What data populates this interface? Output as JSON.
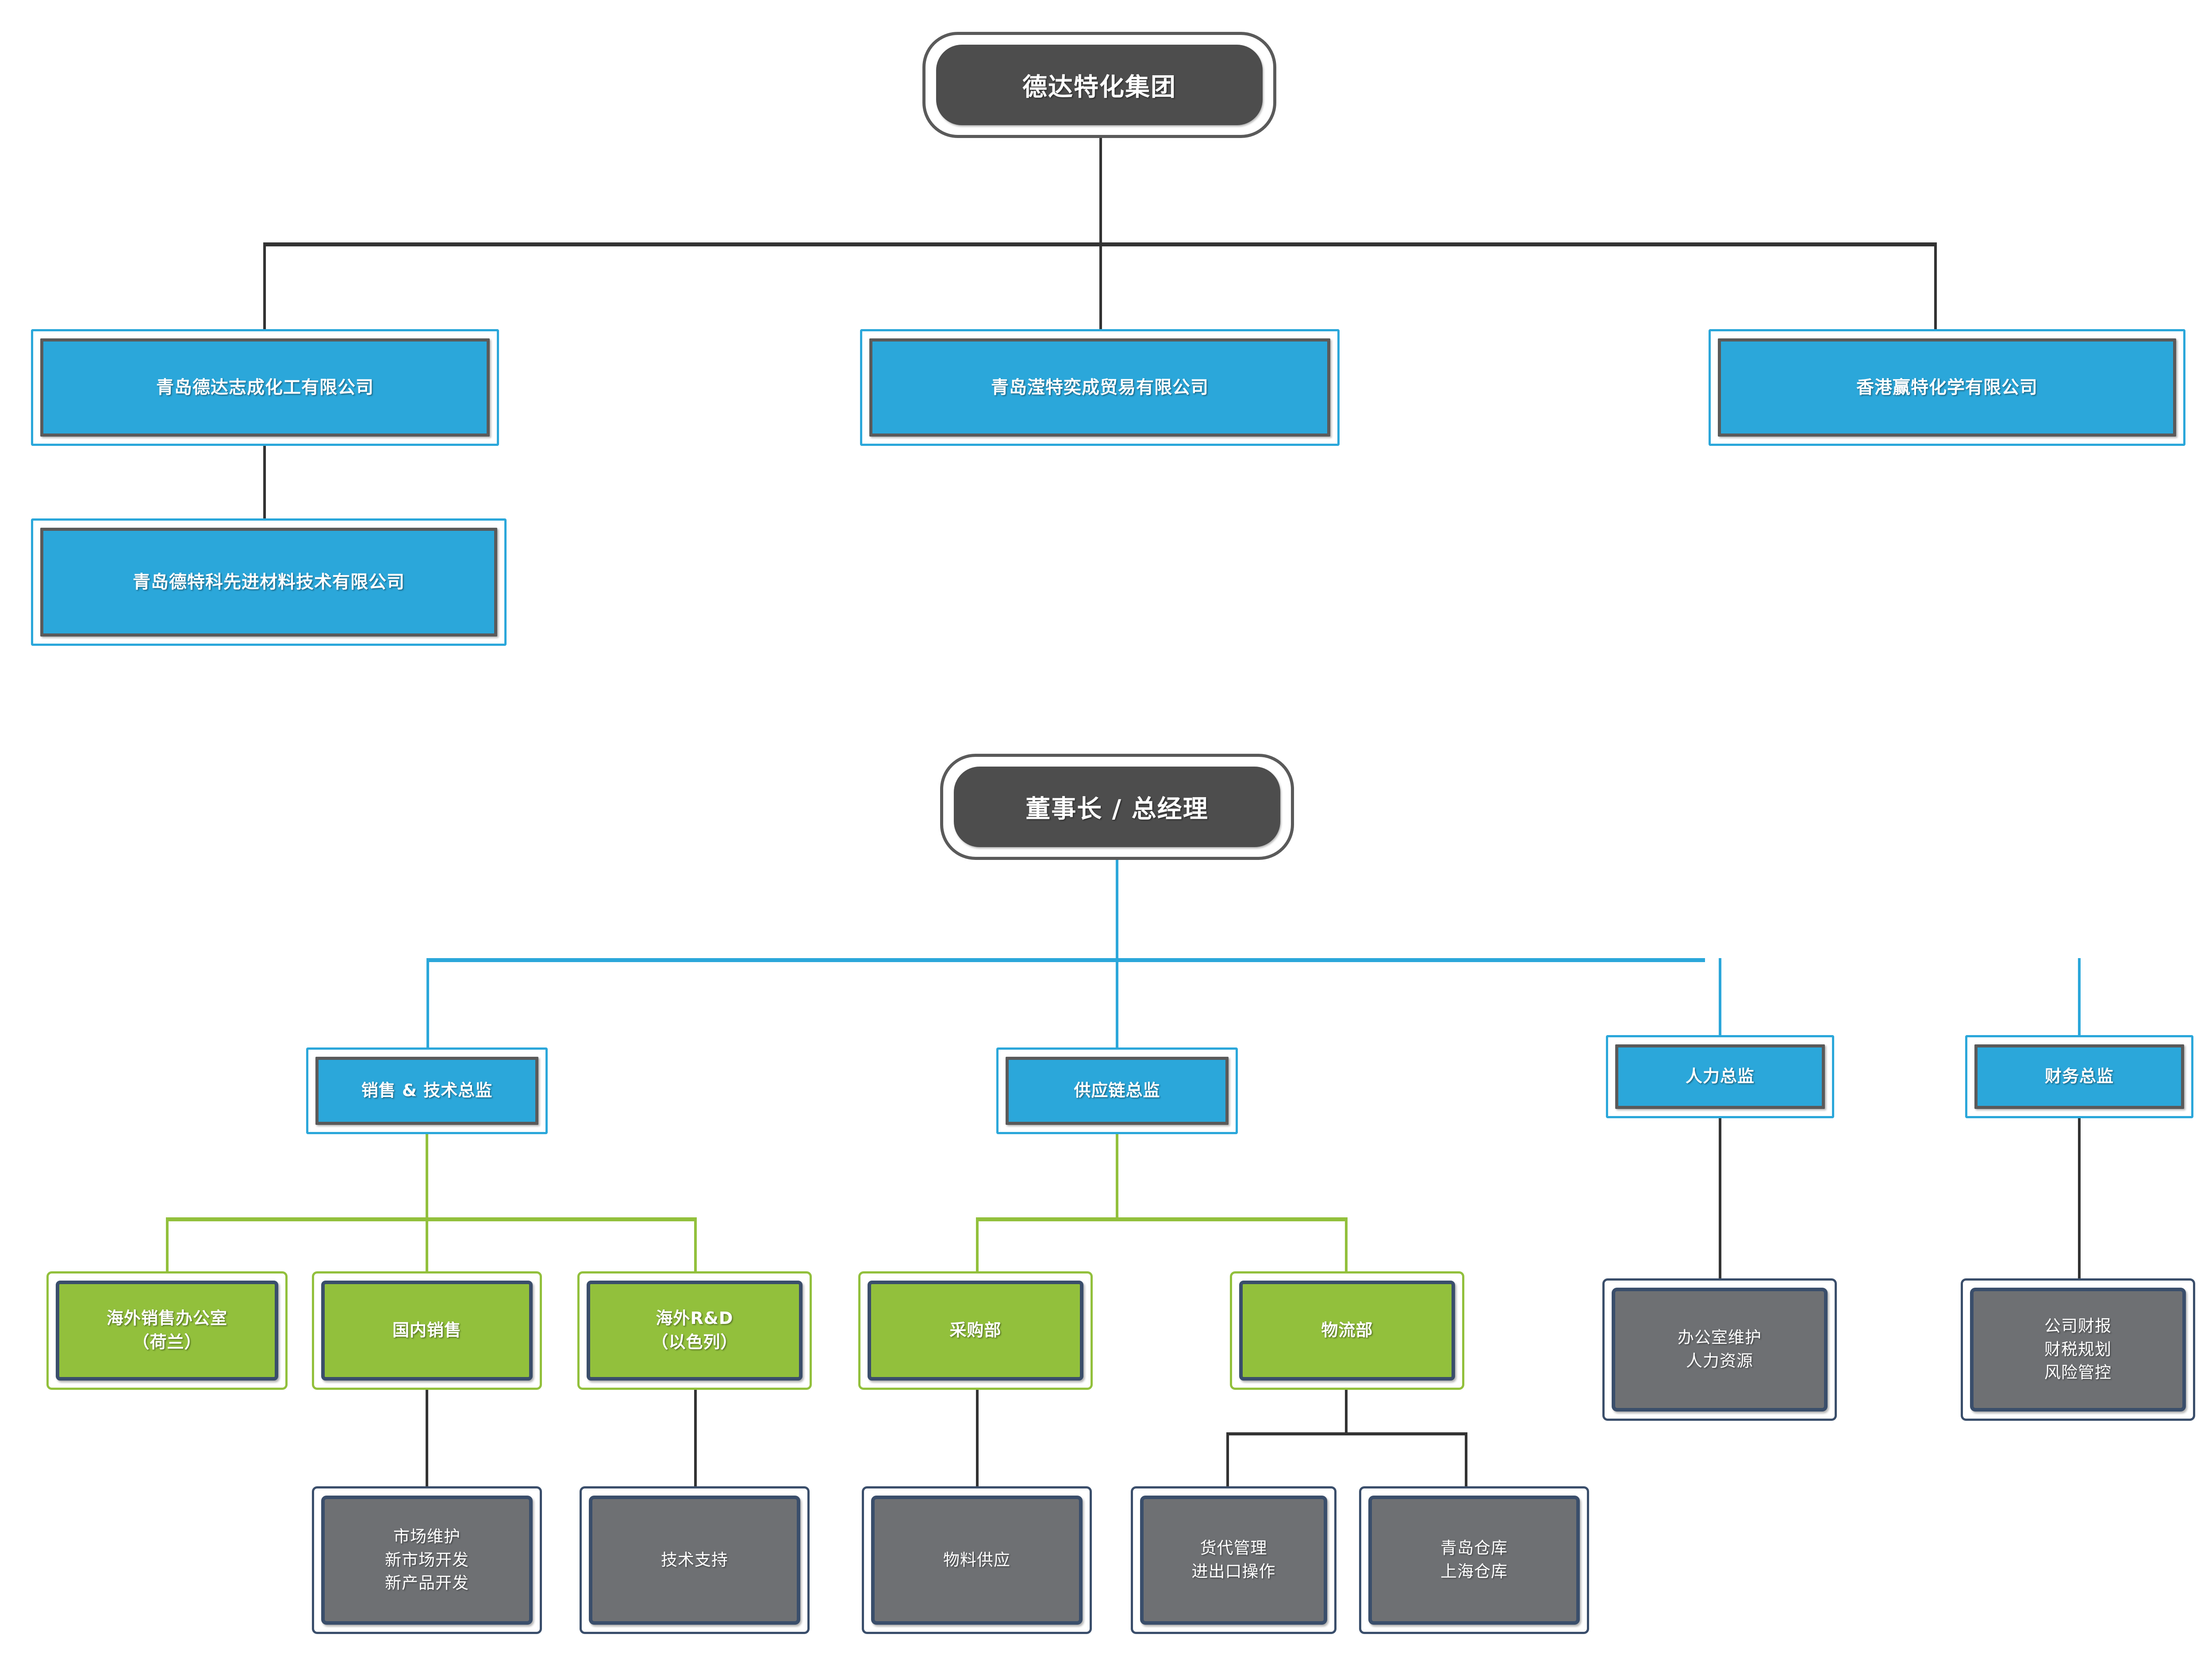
{
  "colors": {
    "brand_blue": "#2BA7DA",
    "brand_green": "#92C03C",
    "dark_gray": "#4D4D4D",
    "mid_gray": "#6E7073",
    "navy_border": "#3A4E6B",
    "outline_gray": "#5A5A5A",
    "connector_dark": "#333333",
    "connector_blue": "#2BA7DA",
    "connector_green": "#92C03C",
    "connector_navy": "#3A4E6B",
    "text_white": "#FFFFFF",
    "background": "#FFFFFF"
  },
  "chart_data": {
    "type": "diagram",
    "subtype": "organization-chart",
    "charts": [
      {
        "name": "group-structure",
        "root": "德达特化集团",
        "levels": [
          [
            "青岛德达志成化工有限公司",
            "青岛滢特奕成贸易有限公司",
            "香港赢特化学有限公司"
          ],
          [
            "青岛德特科先进材料技术有限公司"
          ]
        ],
        "edges": [
          [
            "德达特化集团",
            "青岛德达志成化工有限公司"
          ],
          [
            "德达特化集团",
            "青岛滢特奕成贸易有限公司"
          ],
          [
            "德达特化集团",
            "香港赢特化学有限公司"
          ],
          [
            "青岛德达志成化工有限公司",
            "青岛德特科先进材料技术有限公司"
          ]
        ]
      },
      {
        "name": "functional-structure",
        "root": "董事长 / 总经理",
        "levels": [
          [
            "销售 & 技术总监",
            "供应链总监",
            "人力总监",
            "财务总监"
          ],
          [
            "海外销售办公室（荷兰）",
            "国内销售",
            "海外R&D（以色列）",
            "采购部",
            "物流部",
            "办公室维护/人力资源",
            "公司财报/财税规划/风险管控"
          ],
          [
            "市场维护/新市场开发/新产品开发",
            "技术支持",
            "物料供应",
            "货代管理/进出口操作",
            "青岛仓库/上海仓库"
          ]
        ],
        "edges": [
          [
            "董事长 / 总经理",
            "销售 & 技术总监"
          ],
          [
            "董事长 / 总经理",
            "供应链总监"
          ],
          [
            "董事长 / 总经理",
            "人力总监"
          ],
          [
            "董事长 / 总经理",
            "财务总监"
          ],
          [
            "销售 & 技术总监",
            "海外销售办公室（荷兰）"
          ],
          [
            "销售 & 技术总监",
            "国内销售"
          ],
          [
            "销售 & 技术总监",
            "海外R&D（以色列）"
          ],
          [
            "供应链总监",
            "采购部"
          ],
          [
            "供应链总监",
            "物流部"
          ],
          [
            "人力总监",
            "办公室维护/人力资源"
          ],
          [
            "财务总监",
            "公司财报/财税规划/风险管控"
          ],
          [
            "国内销售",
            "市场维护/新市场开发/新产品开发"
          ],
          [
            "海外R&D（以色列）",
            "技术支持"
          ],
          [
            "采购部",
            "物料供应"
          ],
          [
            "物流部",
            "货代管理/进出口操作"
          ],
          [
            "物流部",
            "青岛仓库/上海仓库"
          ]
        ]
      }
    ]
  },
  "group_chart": {
    "root": {
      "label": "德达特化集团"
    },
    "subsidiaries": [
      {
        "label": "青岛德达志成化工有限公司"
      },
      {
        "label": "青岛滢特奕成贸易有限公司"
      },
      {
        "label": "香港赢特化学有限公司"
      }
    ],
    "sub_subsidiary": {
      "label": "青岛德特科先进材料技术有限公司"
    }
  },
  "org_chart": {
    "root": {
      "label": "董事长 / 总经理"
    },
    "directors": [
      {
        "label": "销售 & 技术总监"
      },
      {
        "label": "供应链总监"
      },
      {
        "label": "人力总监"
      },
      {
        "label": "财务总监"
      }
    ],
    "departments": [
      {
        "line1": "海外销售办公室",
        "line2": "（荷兰）"
      },
      {
        "line1": "国内销售",
        "line2": ""
      },
      {
        "line1": "海外R&D",
        "line2": "（以色列）"
      },
      {
        "line1": "采购部",
        "line2": ""
      },
      {
        "line1": "物流部",
        "line2": ""
      }
    ],
    "staff_boxes": [
      {
        "line1": "办公室维护",
        "line2": "人力资源",
        "line3": ""
      },
      {
        "line1": "公司财报",
        "line2": "财税规划",
        "line3": "风险管控"
      }
    ],
    "task_boxes": [
      {
        "line1": "市场维护",
        "line2": "新市场开发",
        "line3": "新产品开发"
      },
      {
        "line1": "技术支持",
        "line2": "",
        "line3": ""
      },
      {
        "line1": "物料供应",
        "line2": "",
        "line3": ""
      },
      {
        "line1": "货代管理",
        "line2": "进出口操作",
        "line3": ""
      },
      {
        "line1": "青岛仓库",
        "line2": "上海仓库",
        "line3": ""
      }
    ]
  }
}
